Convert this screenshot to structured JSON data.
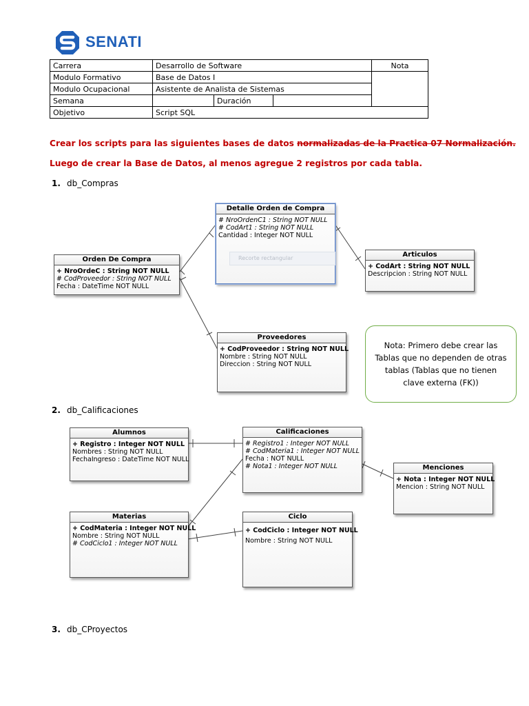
{
  "header": {
    "logo_text": "SENATI",
    "brand_color": "#1f5fb8",
    "logo_icon": "senati-s-logo"
  },
  "info_table": {
    "carrera_label": "Carrera",
    "carrera_value": "Desarrollo de Software",
    "nota_label": "Nota",
    "modulo_formativo_label": "Modulo Formativo",
    "modulo_formativo_value": "Base de Datos I",
    "modulo_ocupacional_label": "Modulo Ocupacional",
    "modulo_ocupacional_value": "Asistente de Analista de Sistemas",
    "semana_label": "Semana",
    "semana_value": "",
    "duracion_label": "Duración",
    "duracion_value": "",
    "objetivo_label": "Objetivo",
    "objetivo_value": "Script SQL"
  },
  "instructions": {
    "line1_text": "Crear los scripts para las siguientes bases de datos ",
    "line1_strike": "normalizadas de la Practica 07 Normalización.",
    "line2": "Luego de crear la Base de Datos, al menos agregue 2 registros por cada tabla."
  },
  "sections": [
    {
      "num": "1.",
      "name": "db_Compras"
    },
    {
      "num": "2.",
      "name": "db_Calificaciones"
    },
    {
      "num": "3.",
      "name": "db_CProyectos"
    }
  ],
  "compras": {
    "detalle": {
      "title": "Detalle Orden de Compra",
      "attrs": [
        "# NroOrdenC1 : String NOT NULL",
        "# CodArt1 : String NOT NULL",
        "Cantidad : Integer NOT NULL"
      ]
    },
    "orden": {
      "title": "Orden De Compra",
      "attrs": [
        "+ NroOrdeC : String NOT NULL",
        "# CodProveedor : String NOT NULL",
        "Fecha : DateTime NOT NULL"
      ]
    },
    "articulos": {
      "title": "Articulos",
      "attrs": [
        "+ CodArt : String NOT NULL",
        "Descripcion : String NOT NULL"
      ]
    },
    "proveedores": {
      "title": "Proveedores",
      "attrs": [
        "+ CodProveedor : String NOT NULL",
        "Nombre : String NOT NULL",
        "Direccion : String NOT NULL"
      ]
    },
    "ghost_label": "Recorte rectangular"
  },
  "note": {
    "text": "Nota: Primero debe crear las Tablas que no dependen de otras tablas (Tablas que no tienen clave externa (FK))",
    "border_color": "#70ad47"
  },
  "calificaciones": {
    "alumnos": {
      "title": "Alumnos",
      "attrs": [
        "+ Registro : Integer NOT NULL",
        "Nombres : String NOT NULL",
        "FechaIngreso : DateTime NOT NULL"
      ]
    },
    "calificaciones": {
      "title": "Calificaciones",
      "attrs": [
        "# Registro1 : Integer NOT NULL",
        "# CodMateria1 : Integer NOT NULL",
        "Fecha :  NOT NULL",
        "# Nota1 : Integer NOT NULL"
      ]
    },
    "menciones": {
      "title": "Menciones",
      "attrs": [
        "+ Nota : Integer NOT NULL",
        "Mencion : String NOT NULL"
      ]
    },
    "materias": {
      "title": "Materias",
      "attrs": [
        "+ CodMateria : Integer NOT NULL",
        "Nombre : String NOT NULL",
        "# CodCiclo1 : Integer NOT NULL"
      ]
    },
    "ciclo": {
      "title": "Ciclo",
      "attrs": [
        "+ CodCiclo : Integer NOT NULL",
        "Nombre : String NOT NULL"
      ]
    }
  }
}
